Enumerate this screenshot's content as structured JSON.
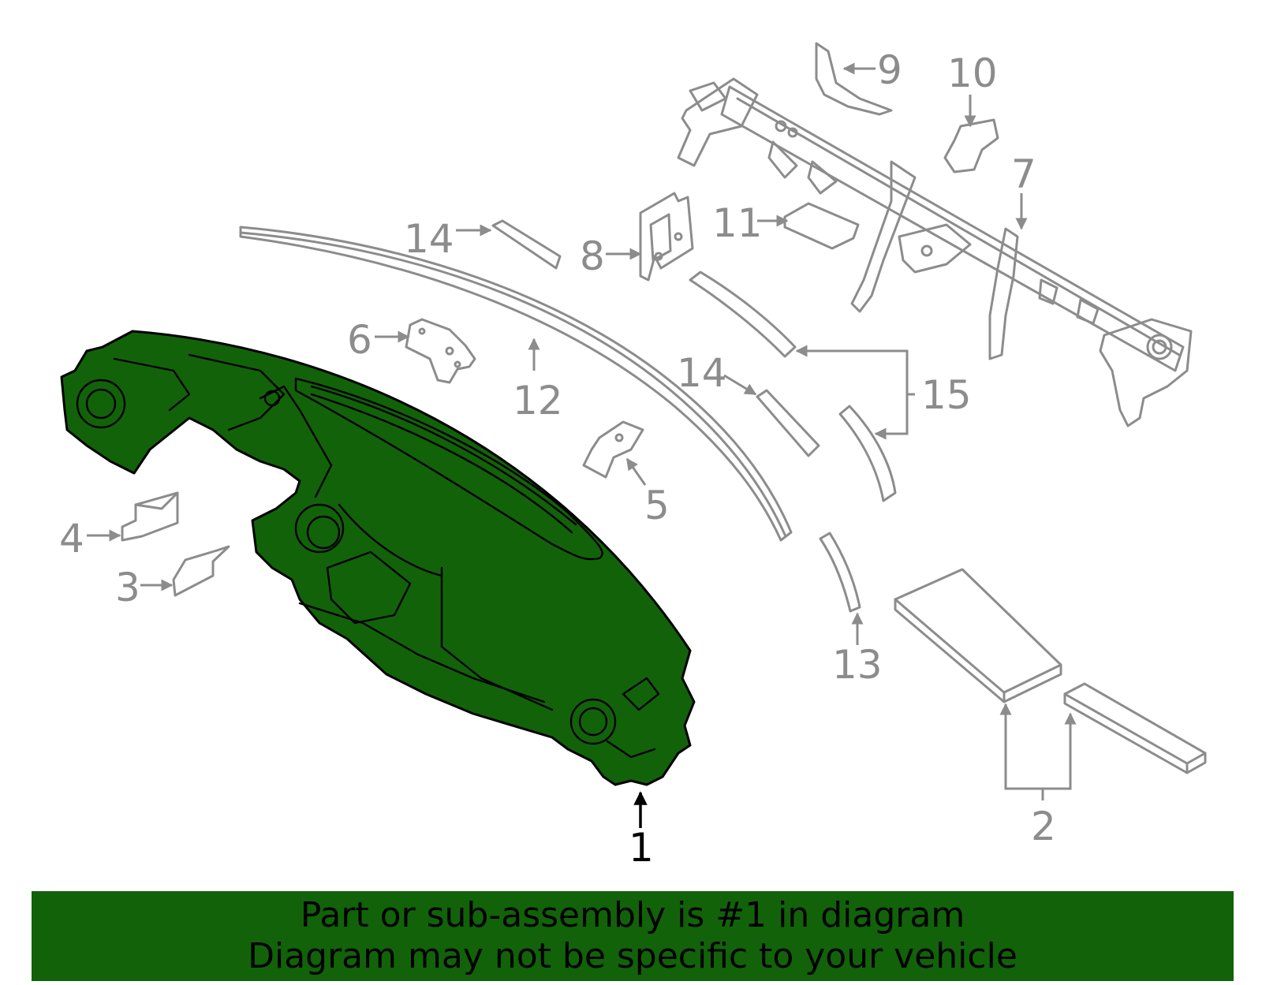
{
  "diagram": {
    "highlighted_part": "1",
    "highlight_color": "#12620a",
    "ghost_color": "#8c8c8c",
    "callouts": [
      "1",
      "2",
      "3",
      "4",
      "5",
      "6",
      "7",
      "8",
      "9",
      "10",
      "11",
      "12",
      "13",
      "14",
      "14",
      "15"
    ]
  },
  "banner": {
    "line1": "Part or sub-assembly is #1 in diagram",
    "line2": "Diagram may not be specific to your vehicle",
    "background": "#12620a"
  }
}
